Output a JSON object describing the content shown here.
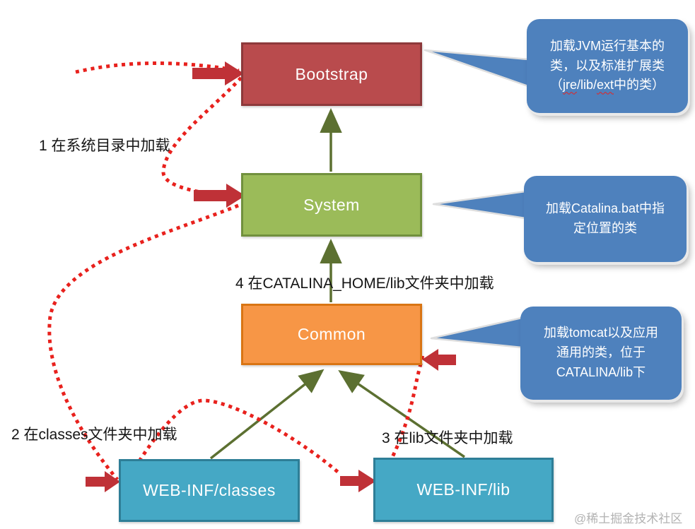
{
  "boxes": {
    "bootstrap": {
      "label": "Bootstrap"
    },
    "system": {
      "label": "System"
    },
    "common": {
      "label": "Common"
    },
    "webinf_classes": {
      "label": "WEB-INF/classes"
    },
    "webinf_lib": {
      "label": "WEB-INF/lib"
    }
  },
  "steps": {
    "step1": "1 在系统目录中加载",
    "step2": "2 在classes文件夹中加载",
    "step3": "3 在lib文件夹中加载",
    "step4": "4 在CATALINA_HOME/lib文件夹中加载"
  },
  "callouts": {
    "bootstrap": {
      "line1": "加载JVM运行基本的",
      "line2": "类，以及标准扩展类",
      "line3": {
        "open": "（",
        "jre": "jre",
        "mid": "/lib/",
        "ext": "ext",
        "close": "中的类）"
      }
    },
    "system": {
      "line1": "加载Catalina.bat中指",
      "line2": "定位置的类"
    },
    "common": {
      "line1": "加载tomcat以及应用",
      "line2": "通用的类，位于",
      "line3": "CATALINA/lib下"
    }
  },
  "watermark": "@稀土掘金技术社区",
  "colors": {
    "bootstrap_fill": "#b94b4d",
    "bootstrap_border": "#8d393b",
    "system_fill": "#9bbb59",
    "system_border": "#71903e",
    "common_fill": "#f79646",
    "common_border": "#d97514",
    "teal_fill": "#45a8c5",
    "teal_border": "#2e7e97",
    "callout_blue": "#4e81bd",
    "dotted_red": "#e8211d",
    "block_arrow_red": "#bf3137",
    "olive_connector": "#5c7031"
  }
}
